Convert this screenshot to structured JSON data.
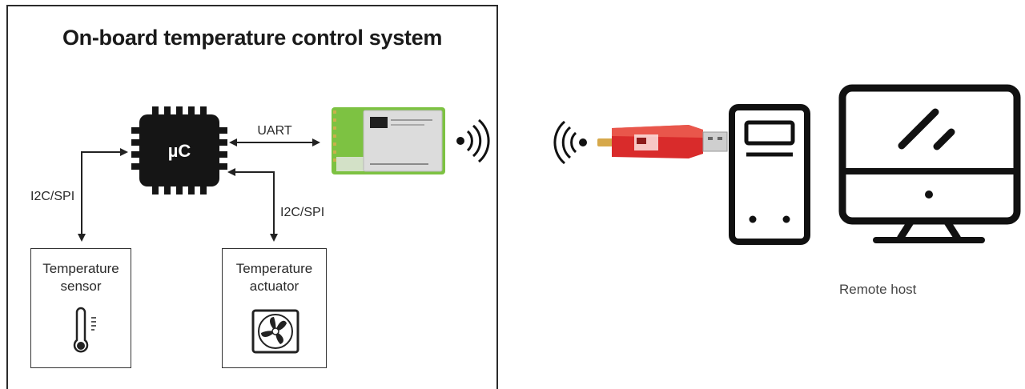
{
  "title": "On-board temperature control system",
  "mcu": {
    "label": "µC"
  },
  "links": {
    "uart": "UART",
    "i2c_sensor": "I2C/SPI",
    "i2c_actuator": "I2C/SPI"
  },
  "sensor": {
    "line1": "Temperature",
    "line2": "sensor",
    "icon": "thermometer-icon"
  },
  "actuator": {
    "line1": "Temperature",
    "line2": "actuator",
    "icon": "fan-icon"
  },
  "radio_module": {
    "icon": "radio-module",
    "brand_color": "#1f1f1f",
    "pcb_color": "#7dc242"
  },
  "usb_dongle": {
    "icon": "usb-radio-dongle",
    "color": "#d92b2b"
  },
  "remote": {
    "label": "Remote host",
    "icons": [
      "desktop-tower-icon",
      "monitor-icon"
    ]
  }
}
